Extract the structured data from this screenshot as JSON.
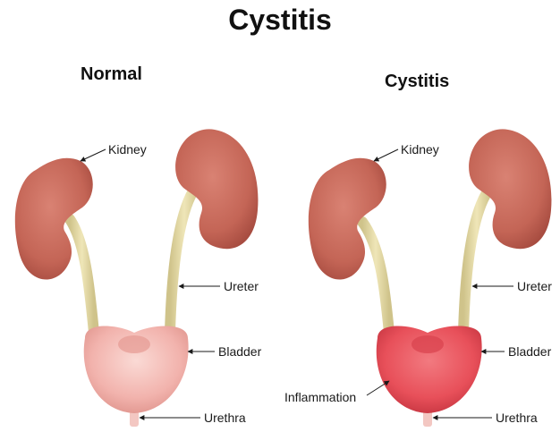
{
  "title": "Cystitis",
  "panels": {
    "normal": {
      "heading": "Normal",
      "labels": {
        "kidney": "Kidney",
        "ureter": "Ureter",
        "bladder": "Bladder",
        "urethra": "Urethra"
      }
    },
    "cystitis": {
      "heading": "Cystitis",
      "labels": {
        "kidney": "Kidney",
        "ureter": "Ureter",
        "bladder": "Bladder",
        "inflammation": "Inflammation",
        "urethra": "Urethra"
      }
    }
  },
  "colors": {
    "kidney": "#c96a5c",
    "ureter": "#e3d8a0",
    "bladder_normal": "#f2b3ad",
    "bladder_inflamed": "#e8505a",
    "urethra": "#f3c7c2",
    "text": "#111111"
  }
}
